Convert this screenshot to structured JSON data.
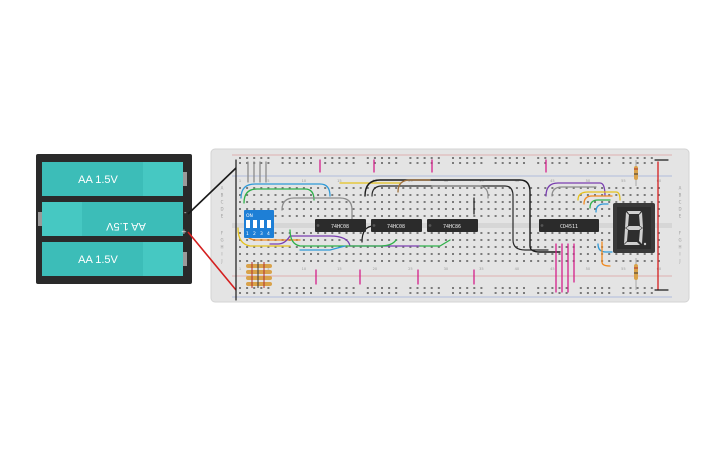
{
  "battery_pack": {
    "cells": [
      {
        "label": "AA 1.5V",
        "flipped": false
      },
      {
        "label": "AA 1.5V",
        "flipped": true
      },
      {
        "label": "AA 1.5V",
        "flipped": false
      }
    ],
    "terminal_plus": "+",
    "terminal_minus": "-"
  },
  "dip_switch": {
    "on_label": "ON",
    "numbers": [
      "1",
      "2",
      "3",
      "4"
    ]
  },
  "chips": [
    {
      "label": "74HC08"
    },
    {
      "label": "74HC08"
    },
    {
      "label": "74HC86"
    },
    {
      "label": "CD4511"
    }
  ],
  "seven_segment": {
    "digit": "8"
  },
  "breadboard": {
    "row_letters_top": [
      "A",
      "B",
      "C",
      "D",
      "E"
    ],
    "row_letters_bottom": [
      "F",
      "G",
      "H",
      "I",
      "J"
    ],
    "column_numbers": [
      "1",
      "5",
      "10",
      "15",
      "20",
      "25",
      "30",
      "35",
      "40",
      "45",
      "50",
      "55",
      "60"
    ]
  },
  "colors": {
    "breadboard": "#e4e4e4",
    "battery_case": "#2a2a2a",
    "battery_cell": "#3cbdb8",
    "chip": "#2b2b2b",
    "dip_switch": "#1e7fd6",
    "rail_red": "#d23a3a",
    "rail_blue": "#3a63c8"
  }
}
